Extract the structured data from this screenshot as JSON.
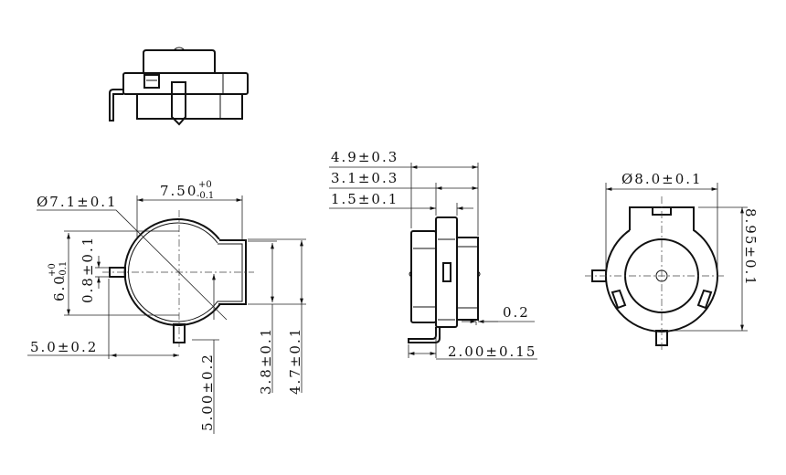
{
  "front_view": {
    "width": "7.50",
    "width_tol_upper": "+0",
    "width_tol_lower": "-0.1",
    "diameter": "Ø7.1±0.1",
    "height": "6.0",
    "height_tol_upper": "+0",
    "height_tol_lower": "-0.1",
    "pin_width": "0.8±0.1",
    "pin_offset_x": "5.0±0.2",
    "pin_offset_y": "5.00±0.2",
    "tab_inner": "3.8±0.1",
    "tab_outer": "4.7±0.1"
  },
  "side_view": {
    "total_height": "4.9±0.3",
    "upper_height": "3.1±0.3",
    "flange": "1.5±0.1",
    "gap": "0.2",
    "lead": "2.00±0.15"
  },
  "back_view": {
    "diameter": "Ø8.0±0.1",
    "length": "8.95±0.1"
  }
}
